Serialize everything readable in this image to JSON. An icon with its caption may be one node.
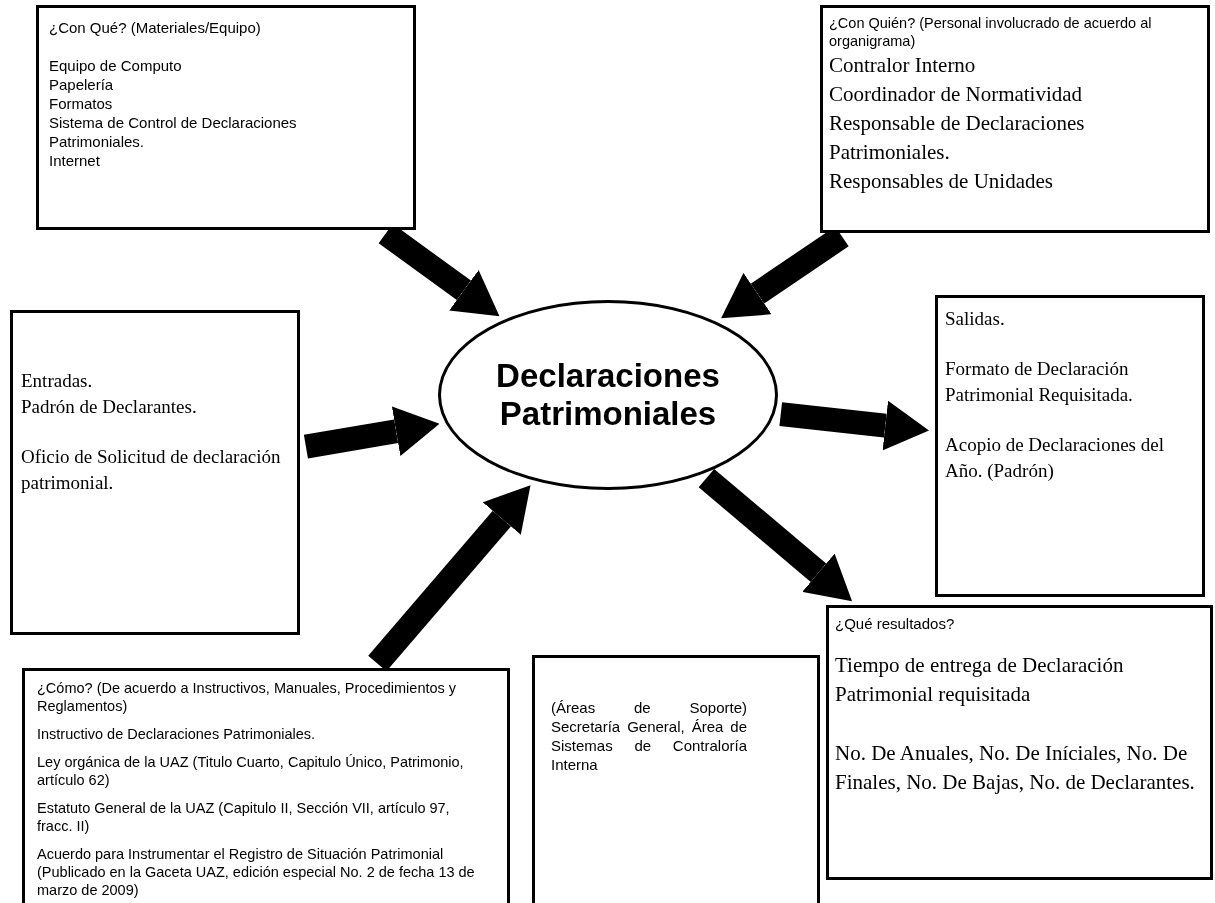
{
  "diagram": {
    "nodes": [
      {
        "text": [
          "¿Con Qué? (Materiales/Equipo)",
          "Equipo de Computo",
          "Papelería",
          "Formatos",
          "Sistema de Control de Declaraciones Patrimoniales.",
          "Internet"
        ]
      },
      {
        "text": [
          "¿Con Quién? (Personal involucrado de acuerdo al organigrama)",
          "Contralor Interno",
          "Coordinador de Normatividad",
          "Responsable de Declaraciones Patrimoniales.",
          "Responsables de Unidades"
        ]
      },
      {
        "text": [
          "Entradas.",
          "Padrón de Declarantes.",
          "Oficio de Solicitud de declaración patrimonial."
        ]
      },
      {
        "text": [
          "Declaraciones Patrimoniales"
        ]
      },
      {
        "text": [
          "Salidas.",
          "Formato de Declaración Patrimonial Requisitada.",
          "Acopio de Declaraciones del Año. (Padrón)"
        ]
      },
      {
        "text": [
          "¿Cómo? (De acuerdo a Instructivos, Manuales, Procedimientos y Reglamentos)",
          "Instructivo de Declaraciones Patrimoniales.",
          "Ley orgánica de la UAZ (Titulo Cuarto, Capitulo Único, Patrimonio, artículo 62)",
          "Estatuto General de la UAZ (Capitulo II, Sección VII, artículo 97, fracc. II)",
          "Acuerdo para Instrumentar el Registro de Situación Patrimonial (Publicado en la Gaceta UAZ, edición especial No. 2 de fecha 13 de marzo de 2009)"
        ]
      },
      {
        "text": [
          "(Áreas de Soporte) Secretaría General, Área de Sistemas de Contraloría Interna"
        ]
      },
      {
        "text": [
          "¿Qué resultados?",
          "Tiempo de entrega de Declaración Patrimonial requisitada",
          "No. De Anuales, No. De Iníciales, No. De Finales, No. De Bajas, No. de Declarantes."
        ]
      }
    ],
    "edges": [
      {
        "from": 0,
        "to": 3,
        "arrow": "to"
      },
      {
        "from": 1,
        "to": 3,
        "arrow": "to"
      },
      {
        "from": 2,
        "to": 3,
        "arrow": "to"
      },
      {
        "from": 5,
        "to": 3,
        "arrow": "to"
      },
      {
        "from": 3,
        "to": 4,
        "arrow": "to"
      },
      {
        "from": 3,
        "to": 7,
        "arrow": "to"
      }
    ]
  }
}
